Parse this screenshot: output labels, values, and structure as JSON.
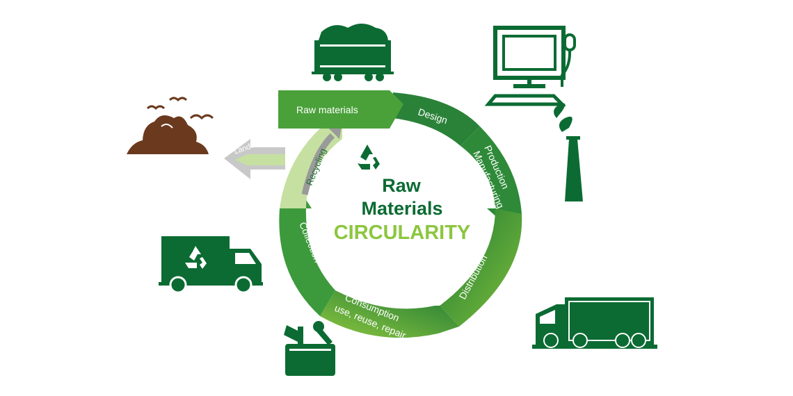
{
  "center": {
    "line1": "Raw",
    "line2": "Materials",
    "line3": "CIRCULARITY"
  },
  "stages": {
    "raw_materials": "Raw materials",
    "design": "Design",
    "production_1": "Production",
    "production_2": "Manufacturing",
    "distribution": "Distribution",
    "consumption_1": "Consumption",
    "consumption_2": "use, reuse, repair",
    "collection": "Collection",
    "recycling": "Recycling",
    "landfill": "Landfill"
  },
  "icons": [
    "mine-cart-icon",
    "computer-icon",
    "factory-chimney-icon",
    "truck-icon",
    "toolbox-icon",
    "recycling-truck-icon",
    "landfill-icon",
    "recycle-symbol-icon"
  ],
  "colors": {
    "dark_green": "#0b6b33",
    "mid_green": "#2e8b3c",
    "light_green": "#8cc63f",
    "pale_green": "#c5e0a0",
    "brown": "#6b3a1e",
    "gray": "#b5b5b5"
  }
}
